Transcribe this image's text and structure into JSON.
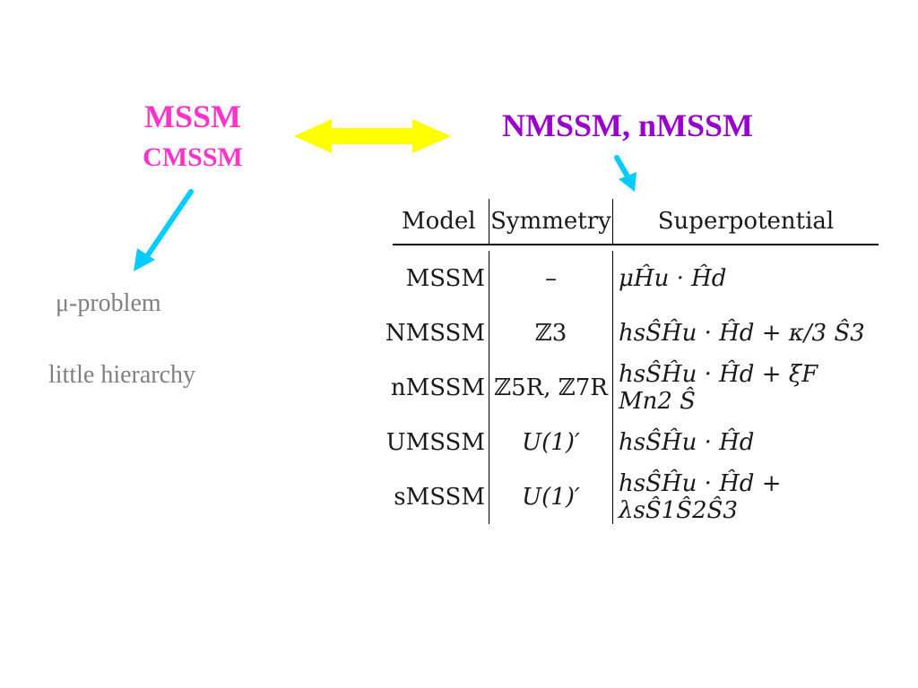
{
  "left": {
    "title": "MSSM",
    "subtitle": "CMSSM",
    "notes": [
      "μ-problem",
      "little hierarchy"
    ]
  },
  "right": {
    "title": "NMSSM, nMSSM"
  },
  "colors": {
    "pink": "#ff33cc",
    "purple": "#9900cc",
    "yellow_arrow": "#ffff00",
    "cyan_arrow": "#00ccff",
    "note_gray": "#808080"
  },
  "table": {
    "headers": [
      "Model",
      "Symmetry",
      "Superpotential"
    ],
    "rows": [
      {
        "model": "MSSM",
        "symmetry": "–",
        "superpotential": "μĤu · Ĥd"
      },
      {
        "model": "NMSSM",
        "symmetry": "ℤ3",
        "superpotential": "hsŜĤu · Ĥd + κ/3 Ŝ3"
      },
      {
        "model": "nMSSM",
        "symmetry": "ℤ5R, ℤ7R",
        "superpotential": "hsŜĤu · Ĥd + ξF Mn2 Ŝ"
      },
      {
        "model": "UMSSM",
        "symmetry": "U(1)′",
        "superpotential": "hsŜĤu · Ĥd"
      },
      {
        "model": "sMSSM",
        "symmetry": "U(1)′",
        "superpotential": "hsŜĤu · Ĥd + λsŜ1Ŝ2Ŝ3"
      }
    ]
  }
}
